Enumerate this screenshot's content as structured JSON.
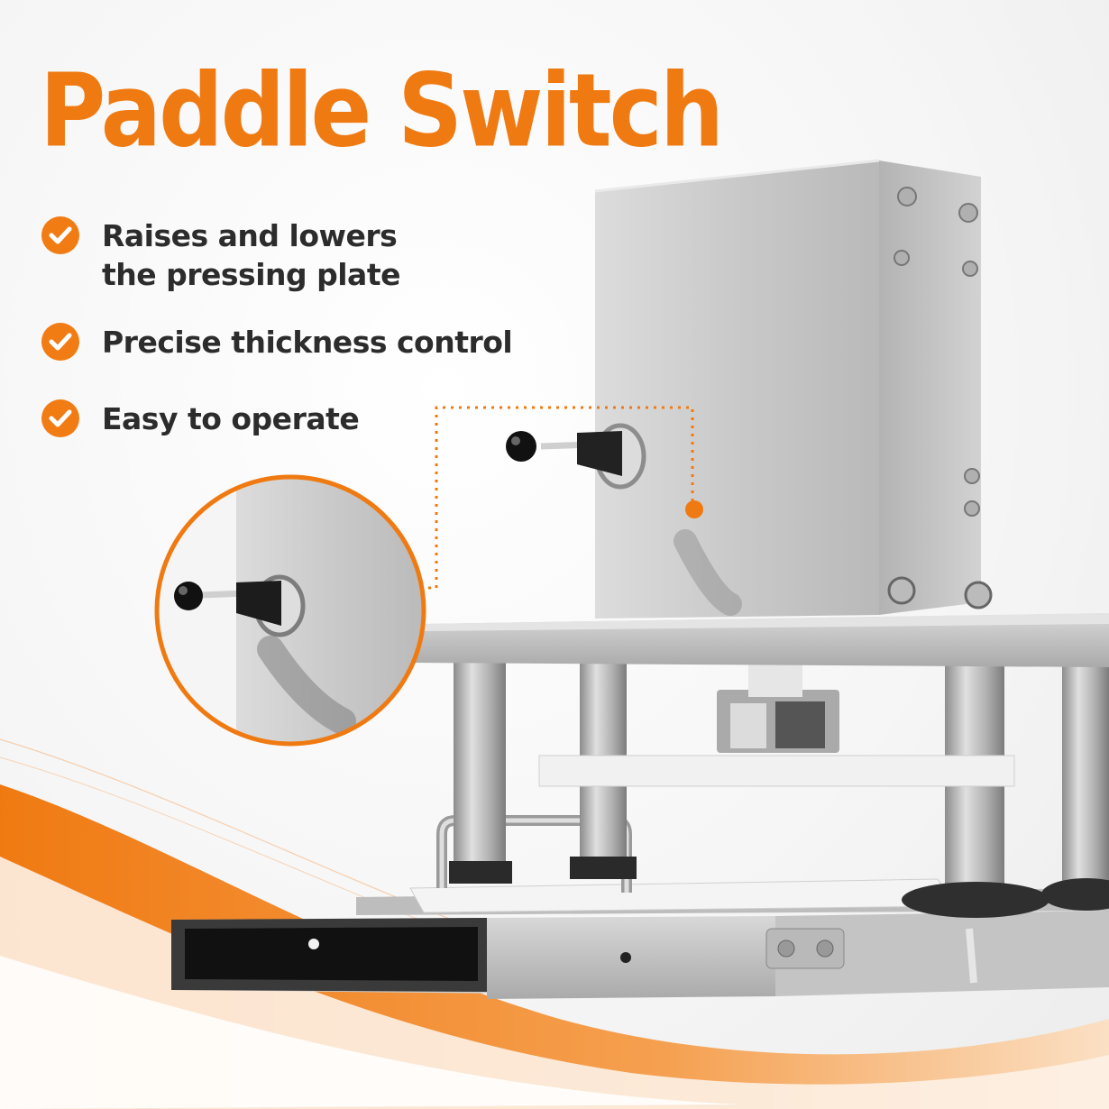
{
  "title": "Paddle Switch",
  "features": [
    {
      "icon": "check-circle-icon",
      "lines": [
        "Raises and lowers",
        "the pressing plate"
      ]
    },
    {
      "icon": "check-circle-icon",
      "lines": [
        "Precise thickness control"
      ]
    },
    {
      "icon": "check-circle-icon",
      "lines": [
        "Easy to operate"
      ]
    }
  ],
  "colors": {
    "accent": "#f07a12",
    "text": "#2c2c2c",
    "steel": "#c9c9c9"
  }
}
